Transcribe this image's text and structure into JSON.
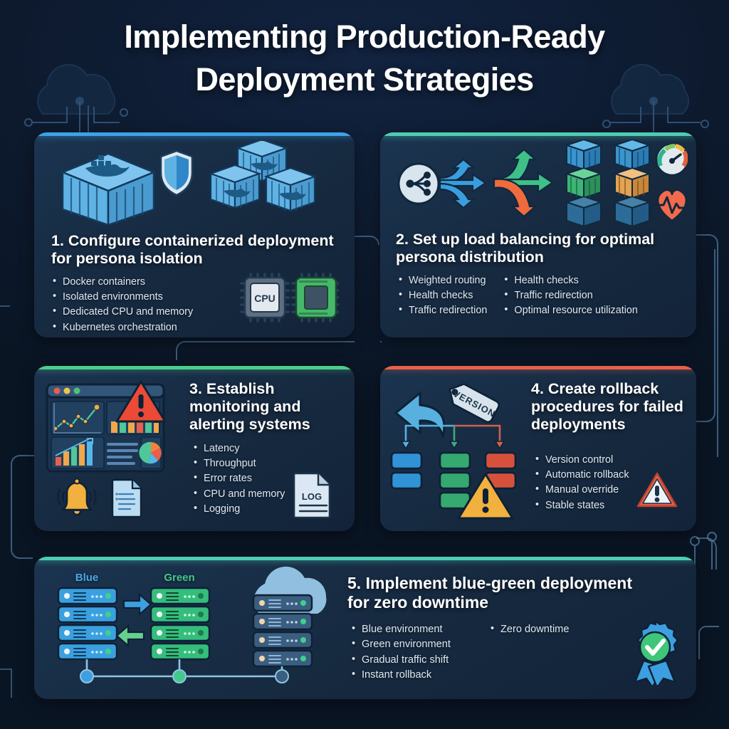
{
  "page": {
    "title_line1": "Implementing Production-Ready",
    "title_line2": "Deployment Strategies",
    "background_color": "#0b1729",
    "card_background": "#16293f"
  },
  "colors": {
    "accent_blue": "#3ba3e8",
    "accent_teal": "#4ecdb4",
    "accent_green": "#4ecd8a",
    "accent_red": "#e8604a",
    "accent_orange": "#f0a03c",
    "text_primary": "#ffffff",
    "text_body": "#dfe8f2",
    "circuit_line": "#7fa8cc"
  },
  "cards": [
    {
      "id": "card-1",
      "number": "1.",
      "title": "1. Configure containerized deployment for persona isolation",
      "accent": "#3ba3e8",
      "bullets": [
        "Docker containers",
        "Isolated environments",
        "Dedicated CPU and memory",
        "Kubernetes orchestration"
      ],
      "icons": {
        "shipping_container": "shipping-container-icon",
        "shield": "shield-icon",
        "docker_boxes": "docker-container-stack-icon",
        "cpu_chip_label": "CPU",
        "memory_chip": "memory-chip-icon"
      }
    },
    {
      "id": "card-2",
      "number": "2.",
      "title": "2. Set up load balancing for optimal persona distribution",
      "accent": "#4ecdb4",
      "bullets_col1": [
        "Weighted routing",
        "Health checks",
        "Traffic redirection"
      ],
      "bullets_col2": [
        "Health checks",
        "Traffic redirection",
        "Optimal resource utilization"
      ],
      "icons": {
        "load_balancer": "load-balancer-node-icon",
        "routing_arrows": "routing-arrows-icon",
        "container_grid": "container-grid-icon",
        "gauge": "gauge-meter-icon",
        "heartbeat": "heartbeat-icon"
      }
    },
    {
      "id": "card-3",
      "number": "3.",
      "title": "3. Establish monitoring and alerting systems",
      "accent": "#4ecd8a",
      "bullets": [
        "Latency",
        "Throughput",
        "Error rates",
        "CPU and memory",
        "Logging"
      ],
      "icons": {
        "dashboard": "monitoring-dashboard-icon",
        "alert_triangle": "alert-triangle-icon",
        "bell": "alert-bell-icon",
        "document": "document-icon",
        "log_document_label": "LOG"
      }
    },
    {
      "id": "card-4",
      "number": "4.",
      "title": "4. Create rollback procedures for failed deployments",
      "accent": "#e8604a",
      "bullets": [
        "Version control",
        "Automatic rollback",
        "Manual override",
        "Stable states"
      ],
      "icons": {
        "rollback_arrow": "rollback-arrow-icon",
        "version_tag_label": "VERSION",
        "deployment_blocks": "deployment-blocks-icon",
        "warning_triangle_orange": "warning-triangle-icon",
        "warning_triangle_red": "warning-triangle-outline-icon"
      }
    },
    {
      "id": "card-5",
      "number": "5.",
      "title": "5. Implement blue-green deployment for zero downtime",
      "accent": "#4ecdb4",
      "bullets_col1": [
        "Blue environment",
        "Green environment",
        "Gradual traffic shift",
        "Instant rollback"
      ],
      "bullets_col2": [
        "Zero downtime"
      ],
      "labels": {
        "blue_env": "Blue",
        "green_env": "Green"
      },
      "icons": {
        "blue_rack": "blue-server-rack-icon",
        "green_rack": "green-server-rack-icon",
        "cloud_rack": "cloud-server-rack-icon",
        "swap_arrows": "traffic-swap-arrows-icon",
        "verified_badge": "verified-badge-icon"
      }
    }
  ]
}
